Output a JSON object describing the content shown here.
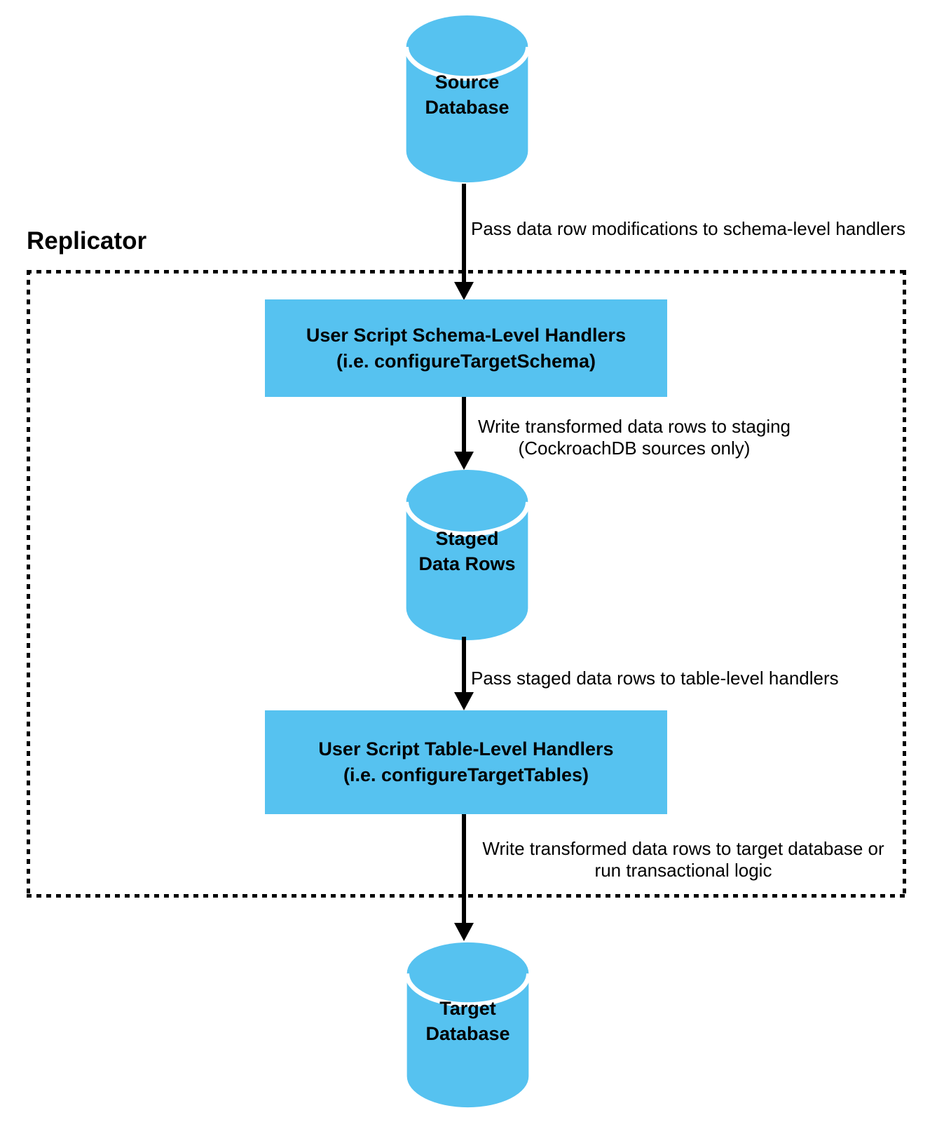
{
  "title": "Replicator",
  "colors": {
    "node_fill": "#56C2F0",
    "line": "#000000",
    "text": "#000000",
    "background": "#FFFFFF"
  },
  "nodes": {
    "source_db": {
      "label": "Source Database"
    },
    "schema_handlers": {
      "line1": "User Script Schema-Level Handlers",
      "line2": "(i.e. configureTargetSchema)"
    },
    "staged_rows": {
      "label": "Staged Data Rows"
    },
    "table_handlers": {
      "line1": "User Script Table-Level Handlers",
      "line2": "(i.e. configureTargetTables)"
    },
    "target_db": {
      "label": "Target Database"
    }
  },
  "edges": {
    "source_to_schema": {
      "label": "Pass data row modifications to schema-level handlers"
    },
    "schema_to_staged": {
      "line1": "Write transformed data rows to staging",
      "line2": "(CockroachDB sources only)"
    },
    "staged_to_table": {
      "label": "Pass staged data rows to table-level handlers"
    },
    "table_to_target": {
      "line1": "Write transformed data rows to target database or",
      "line2": "run transactional logic"
    }
  }
}
